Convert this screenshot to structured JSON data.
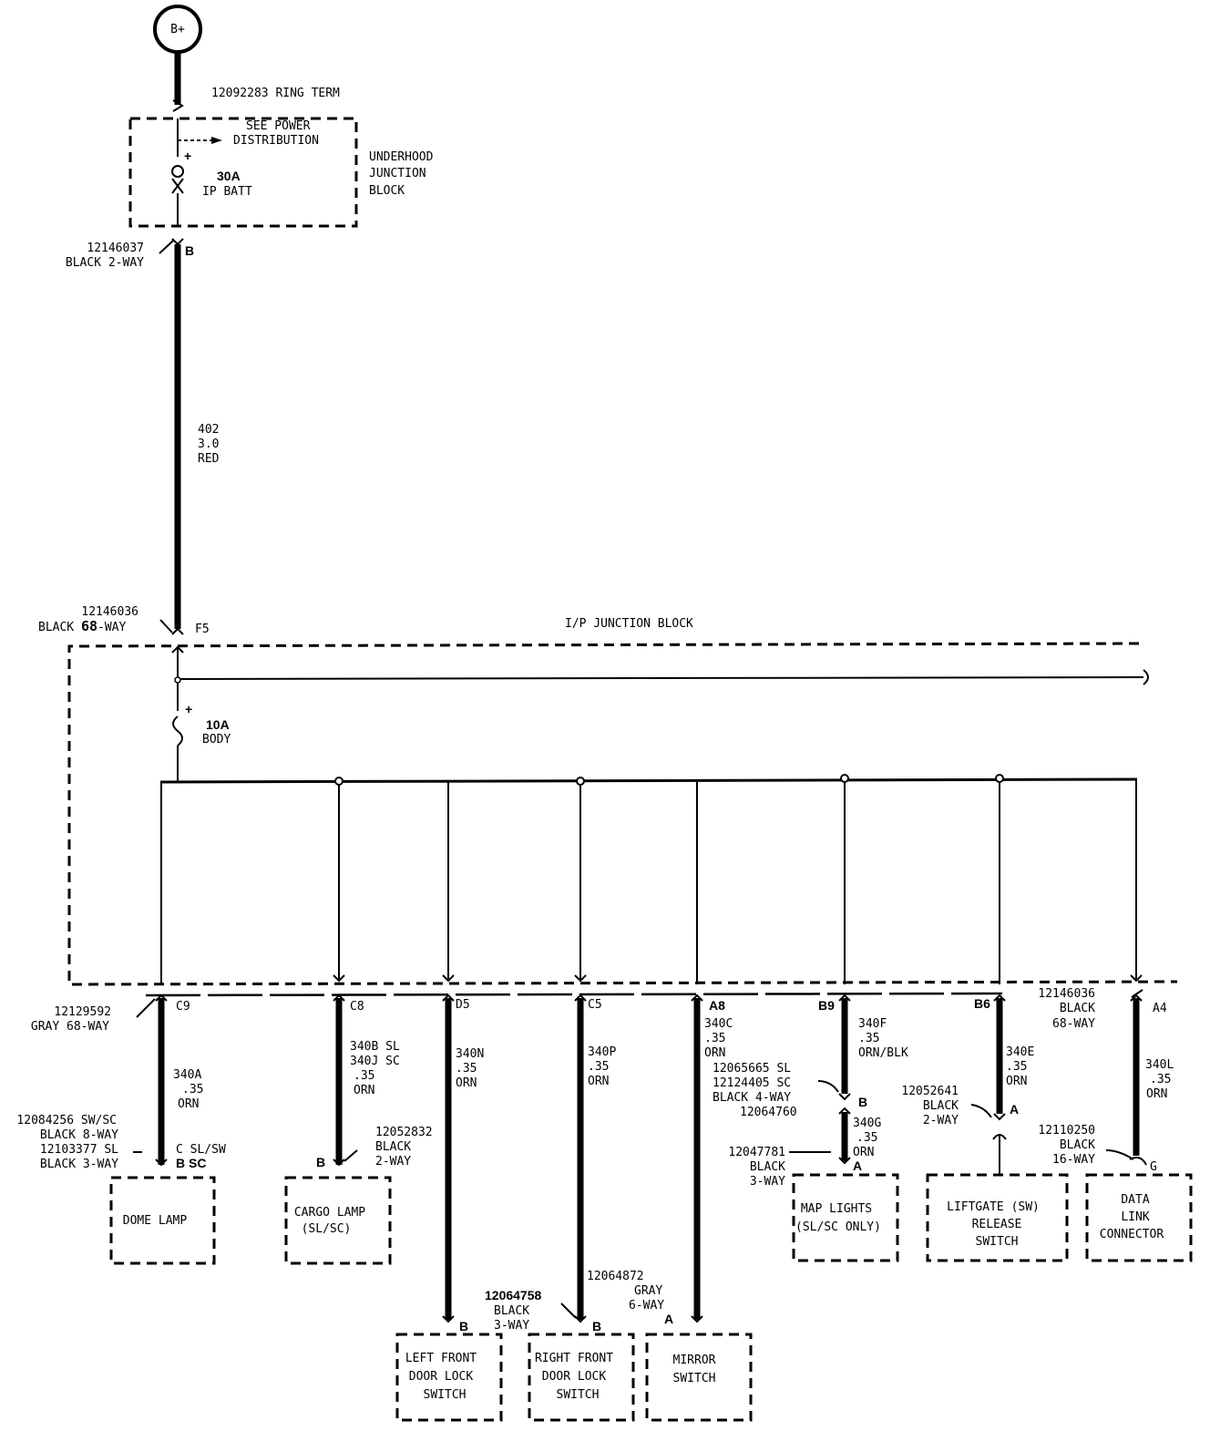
{
  "battery": {
    "label": "B+"
  },
  "ring_term": "12092283  RING TERM",
  "underhood": {
    "see_power": [
      "SEE POWER",
      "DISTRIBUTION"
    ],
    "fuse_amp": "30A",
    "fuse_name": "IP BATT",
    "block_name": [
      "UNDERHOOD",
      "JUNCTION",
      "BLOCK"
    ],
    "plus": "+"
  },
  "conn_b": {
    "part": "12146037",
    "desc": "BLACK 2-WAY",
    "pin": "B"
  },
  "wire_402": [
    "402",
    "3.0",
    "RED"
  ],
  "conn_f5": {
    "part": "12146036",
    "desc_prefix": "BLACK",
    "desc_num": "68",
    "desc_suffix": "-WAY",
    "pin": "F5"
  },
  "ip_block": {
    "title": "I/P JUNCTION BLOCK",
    "fuse_amp": "10A",
    "fuse_name": "BODY",
    "plus": "+"
  },
  "conn_c9": {
    "part": "12129592",
    "desc": "GRAY 68-WAY"
  },
  "conn_a4": {
    "part": "12146036",
    "desc": [
      "BLACK",
      "68-WAY"
    ]
  },
  "pins": [
    "C9",
    "C8",
    "D5",
    "C5",
    "A8",
    "B9",
    "B6",
    "A4"
  ],
  "wires": {
    "w340a": [
      "340A",
      ".35",
      "ORN"
    ],
    "w340bj": [
      "340B  SL",
      "340J  SC",
      ".35",
      "ORN"
    ],
    "w340n": [
      "340N",
      ".35",
      "ORN"
    ],
    "w340p": [
      "340P",
      ".35",
      "ORN"
    ],
    "w340c": [
      "340C",
      ".35",
      "ORN"
    ],
    "w340f": [
      "340F",
      ".35",
      "ORN/BLK"
    ],
    "w340e": [
      "340E",
      ".35",
      "ORN"
    ],
    "w340l": [
      "340L",
      ".35",
      "ORN"
    ],
    "w340g": [
      "340G",
      ".35",
      "ORN"
    ]
  },
  "dome_conn": [
    "12084256 SW/SC",
    "BLACK 8-WAY",
    "12103377 SL",
    "BLACK 3-WAY"
  ],
  "dome_pins": [
    "C SL/SW",
    "B SC"
  ],
  "cargo_conn": [
    "12052832",
    "BLACK",
    "2-WAY"
  ],
  "cargo_pin": "B",
  "lf_conn": [
    "12064758",
    "BLACK",
    "3-WAY"
  ],
  "lf_pin": "B",
  "rf_conn": [
    "12064872",
    "GRAY",
    "6-WAY"
  ],
  "rf_pin": "B",
  "mirror_pin": "A",
  "a8_conn": [
    "12065665  SL",
    "12124405 SC",
    "BLACK 4-WAY",
    "12064760"
  ],
  "map_inline_pin": "B",
  "map_conn": [
    "12047781",
    "BLACK",
    "3-WAY"
  ],
  "map_pin": "A",
  "liftgate_conn": [
    "12052641",
    "BLACK",
    "2-WAY"
  ],
  "liftgate_pin": "A",
  "dlc_conn": [
    "12110250",
    "BLACK",
    "16-WAY"
  ],
  "dlc_pin": "G",
  "components": {
    "dome": [
      "DOME LAMP"
    ],
    "cargo": [
      "CARGO LAMP",
      "(SL/SC)"
    ],
    "lf_door": [
      "LEFT FRONT",
      "DOOR LOCK",
      "SWITCH"
    ],
    "rf_door": [
      "RIGHT FRONT",
      "DOOR LOCK",
      "SWITCH"
    ],
    "mirror": [
      "MIRROR",
      "SWITCH"
    ],
    "map": [
      "MAP LIGHTS",
      "(SL/SC ONLY)"
    ],
    "liftgate": [
      "LIFTGATE (SW)",
      "RELEASE",
      "SWITCH"
    ],
    "dlc": [
      "DATA",
      "LINK",
      "CONNECTOR"
    ]
  }
}
